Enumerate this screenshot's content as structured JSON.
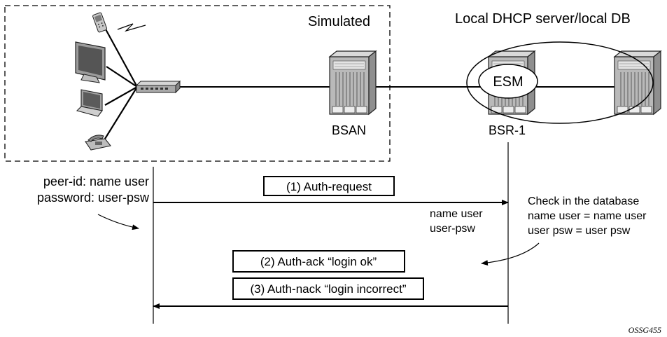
{
  "labels": {
    "simulated": "Simulated",
    "server": "Local DHCP server/local DB",
    "esm": "ESM",
    "bsan": "BSAN",
    "bsr": "BSR-1"
  },
  "credentials": {
    "peer_id": "peer-id: name user",
    "password": "password: user-psw"
  },
  "messages": {
    "auth_request": "(1) Auth-request",
    "auth_ack": "(2) Auth-ack “login ok”",
    "auth_nack": "(3) Auth-nack “login incorrect”"
  },
  "request_payload": {
    "line1": "name user",
    "line2": "user-psw"
  },
  "db_check": {
    "line1": "Check in the database",
    "line2": "name user = name user",
    "line3": "user psw = user psw"
  },
  "figure_ref": "OSSG455"
}
